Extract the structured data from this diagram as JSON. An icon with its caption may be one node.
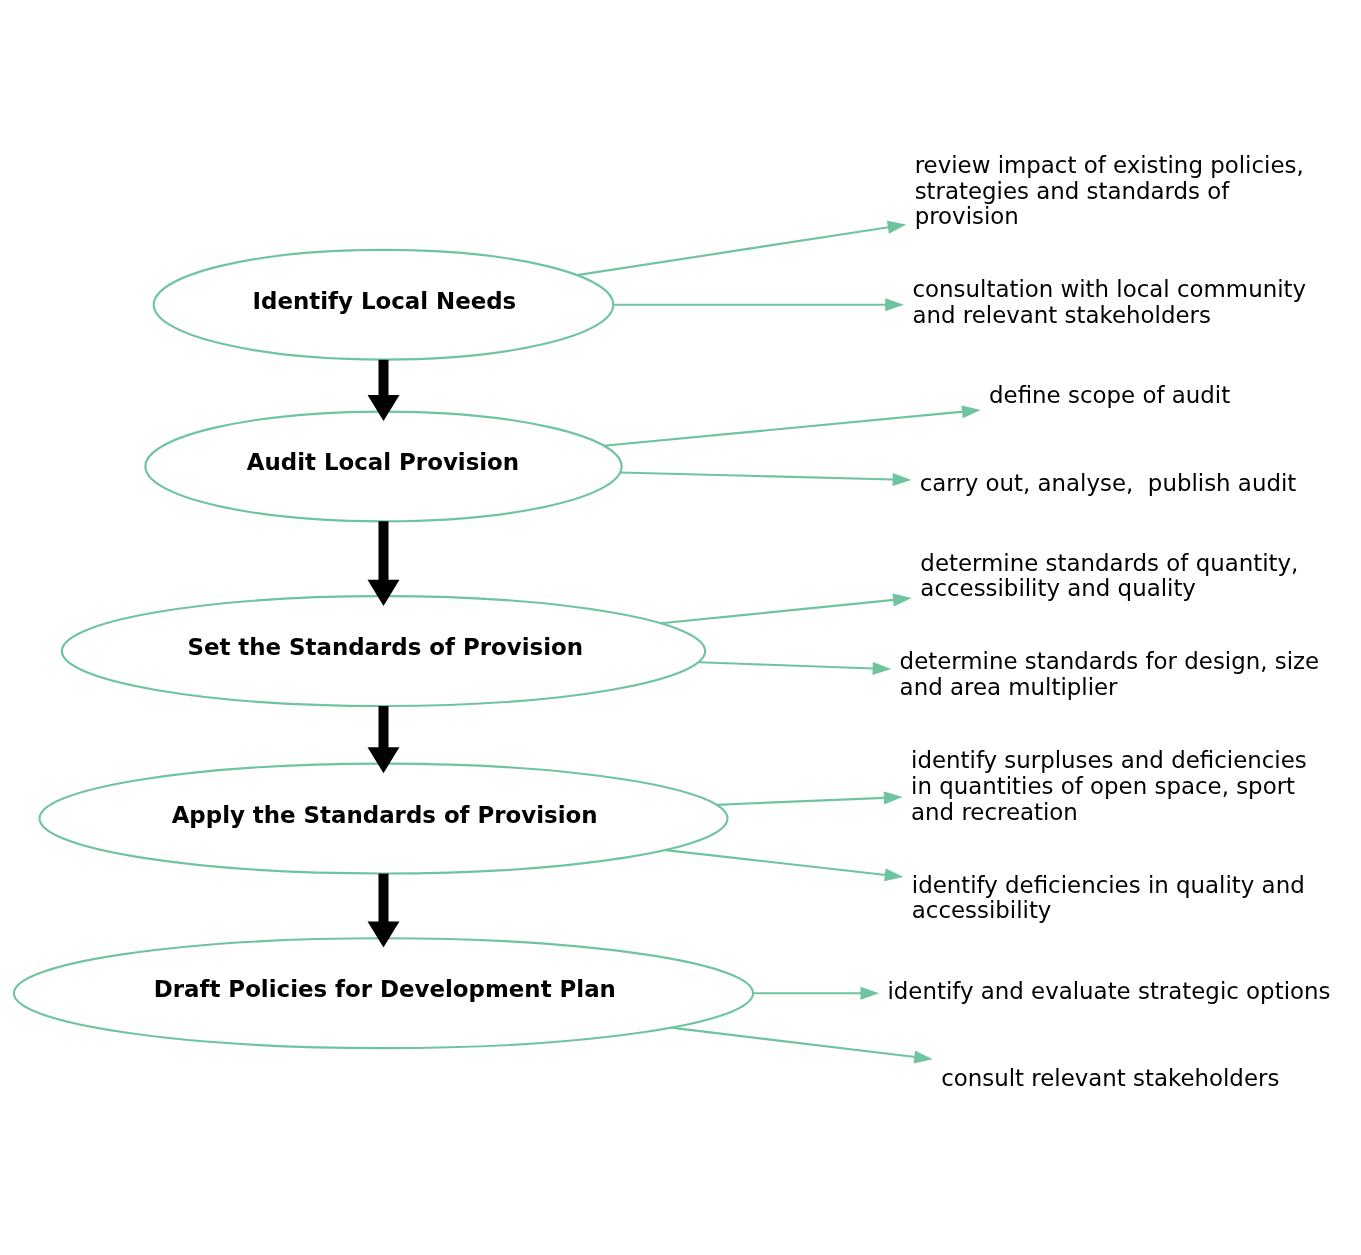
{
  "diagram": {
    "nodes": [
      {
        "text": [
          "Identify Local Needs"
        ]
      },
      {
        "text": [
          "Audit Local Provision"
        ]
      },
      {
        "text": [
          "Set the Standards of Provision"
        ]
      },
      {
        "text": [
          "Apply the Standards of Provision"
        ]
      },
      {
        "text": [
          "Draft Policies for Development Plan"
        ]
      },
      {
        "text": [
          "review impact of existing policies, strategies and standards of provision"
        ]
      },
      {
        "text": [
          "consultation with local community and relevant stakeholders"
        ]
      },
      {
        "text": [
          "define scope of audit"
        ]
      },
      {
        "text": [
          "carry out, analyse,  publish audit"
        ]
      },
      {
        "text": [
          "determine standards of quantity, accessibility and quality"
        ]
      },
      {
        "text": [
          "determine standards for design, size and area multiplier"
        ]
      },
      {
        "text": [
          "identify surpluses and deficiencies in quantities of open space, sport and recreation"
        ]
      },
      {
        "text": [
          "identify deficiencies in quality and accessibility"
        ]
      },
      {
        "text": [
          "identify and evaluate strategic options"
        ]
      },
      {
        "text": [
          "consult relevant stakeholders"
        ]
      }
    ],
    "edges": [
      {
        "from": 0,
        "to": 1,
        "arrow": "to",
        "style": "thick",
        "color": "#000000"
      },
      {
        "from": 1,
        "to": 2,
        "arrow": "to",
        "style": "thick",
        "color": "#000000"
      },
      {
        "from": 2,
        "to": 3,
        "arrow": "to",
        "style": "thick",
        "color": "#000000"
      },
      {
        "from": 3,
        "to": 4,
        "arrow": "to",
        "style": "thick",
        "color": "#000000"
      },
      {
        "from": 0,
        "to": 5,
        "arrow": "to"
      },
      {
        "from": 0,
        "to": 6,
        "arrow": "to"
      },
      {
        "from": 1,
        "to": 7,
        "arrow": "to"
      },
      {
        "from": 1,
        "to": 8,
        "arrow": "to"
      },
      {
        "from": 2,
        "to": 9,
        "arrow": "to"
      },
      {
        "from": 2,
        "to": 10,
        "arrow": "to"
      },
      {
        "from": 3,
        "to": 11,
        "arrow": "to"
      },
      {
        "from": 3,
        "to": 12,
        "arrow": "to"
      },
      {
        "from": 4,
        "to": 13,
        "arrow": "to"
      },
      {
        "from": 4,
        "to": 14,
        "arrow": "to"
      }
    ]
  }
}
